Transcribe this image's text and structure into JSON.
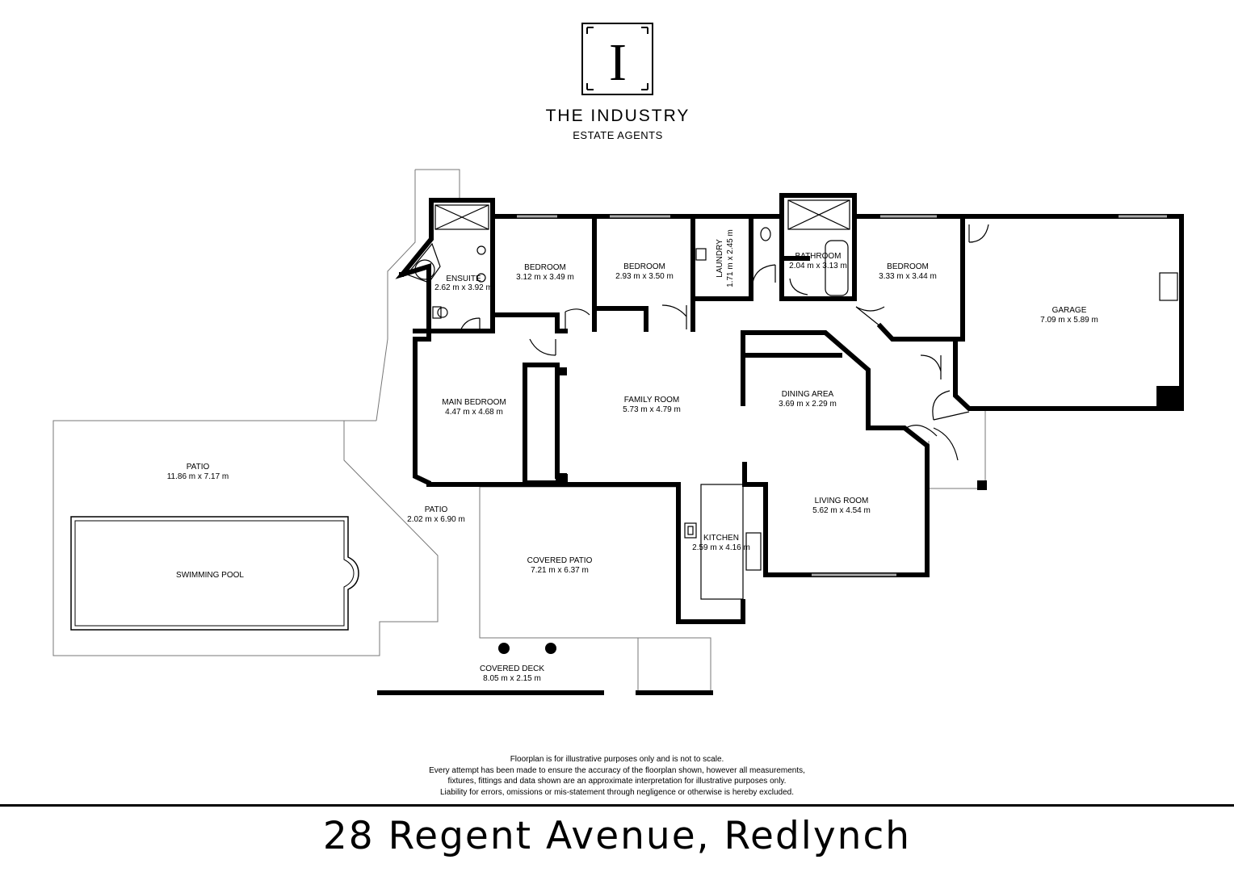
{
  "brand": {
    "logo_letter": "I",
    "name": "THE INDUSTRY",
    "tagline": "ESTATE AGENTS"
  },
  "rooms": {
    "ensuite": {
      "name": "ENSUITE",
      "dim": "2.62 m x 3.92 m"
    },
    "bedroom1": {
      "name": "BEDROOM",
      "dim": "3.12 m x 3.49 m"
    },
    "bedroom2": {
      "name": "BEDROOM",
      "dim": "2.93 m x 3.50 m"
    },
    "laundry": {
      "name": "LAUNDRY",
      "dim": "1.71 m x 2.45 m"
    },
    "bathroom": {
      "name": "BATHROOM",
      "dim": "2.04 m x 3.13 m"
    },
    "bedroom3": {
      "name": "BEDROOM",
      "dim": "3.33 m x 3.44 m"
    },
    "garage": {
      "name": "GARAGE",
      "dim": "7.09 m x 5.89 m"
    },
    "main_bedroom": {
      "name": "MAIN BEDROOM",
      "dim": "4.47 m x 4.68 m"
    },
    "family_room": {
      "name": "FAMILY ROOM",
      "dim": "5.73 m x 4.79 m"
    },
    "dining_area": {
      "name": "DINING AREA",
      "dim": "3.69 m x 2.29 m"
    },
    "living_room": {
      "name": "LIVING ROOM",
      "dim": "5.62 m x 4.54 m"
    },
    "kitchen": {
      "name": "KITCHEN",
      "dim": "2.59 m x 4.16 m"
    },
    "patio_large": {
      "name": "PATIO",
      "dim": "11.86 m x 7.17 m"
    },
    "patio_small": {
      "name": "PATIO",
      "dim": "2.02 m x 6.90 m"
    },
    "swimming_pool": {
      "name": "SWIMMING POOL"
    },
    "covered_patio": {
      "name": "COVERED PATIO",
      "dim": "7.21 m x 6.37 m"
    },
    "covered_deck": {
      "name": "COVERED DECK",
      "dim": "8.05 m x 2.15 m"
    }
  },
  "disclaimer": [
    "Floorplan is for illustrative purposes only and is not to scale.",
    "Every attempt has been made to ensure the accuracy of the floorplan shown, however all measurements,",
    "fixtures, fittings and data shown are an approximate interpretation for illustrative purposes only.",
    "Liability for errors, omissions or mis-statement through negligence or otherwise is hereby excluded."
  ],
  "address": "28 Regent Avenue, Redlynch"
}
